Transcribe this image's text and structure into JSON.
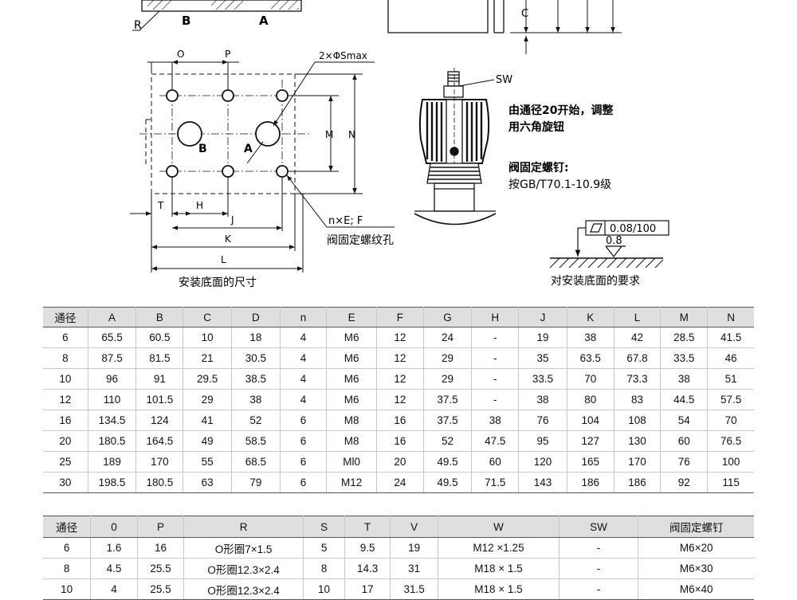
{
  "drawing": {
    "left_labels": {
      "R": "R",
      "B_top": "B",
      "A_top": "A",
      "O": "O",
      "P": "P",
      "smax": "2×ΦSmax",
      "B": "B",
      "A": "A",
      "M": "M",
      "N": "N",
      "T": "T",
      "H": "H",
      "J": "J",
      "K": "K",
      "L": "L",
      "nEF": "n×E; F",
      "thread_hole": "阀固定螺纹孔",
      "caption": "安装底面的尺寸"
    },
    "right_labels": {
      "C": "C",
      "SW": "SW",
      "note_line1": "由通径20开始，调整",
      "note_line2": "用六角旋钮",
      "screw_title": "阀固定螺钉:",
      "screw_spec": "按GB/T70.1-10.9级",
      "flatness": "0.08/100",
      "roughness": "0.8",
      "caption": "对安装底面的要求"
    }
  },
  "table1": {
    "headers": [
      "通径",
      "A",
      "B",
      "C",
      "D",
      "n",
      "E",
      "F",
      "G",
      "H",
      "J",
      "K",
      "L",
      "M",
      "N"
    ],
    "rows": [
      [
        "6",
        "65.5",
        "60.5",
        "10",
        "18",
        "4",
        "M6",
        "12",
        "24",
        "-",
        "19",
        "38",
        "42",
        "28.5",
        "41.5"
      ],
      [
        "8",
        "87.5",
        "81.5",
        "21",
        "30.5",
        "4",
        "M6",
        "12",
        "29",
        "-",
        "35",
        "63.5",
        "67.8",
        "33.5",
        "46"
      ],
      [
        "10",
        "96",
        "91",
        "29.5",
        "38.5",
        "4",
        "M6",
        "12",
        "29",
        "-",
        "33.5",
        "70",
        "73.3",
        "38",
        "51"
      ],
      [
        "12",
        "110",
        "101.5",
        "29",
        "38",
        "4",
        "M6",
        "12",
        "37.5",
        "-",
        "38",
        "80",
        "83",
        "44.5",
        "57.5"
      ],
      [
        "16",
        "134.5",
        "124",
        "41",
        "52",
        "6",
        "M8",
        "16",
        "37.5",
        "38",
        "76",
        "104",
        "108",
        "54",
        "70"
      ],
      [
        "20",
        "180.5",
        "164.5",
        "49",
        "58.5",
        "6",
        "M8",
        "16",
        "52",
        "47.5",
        "95",
        "127",
        "130",
        "60",
        "76.5"
      ],
      [
        "25",
        "189",
        "170",
        "55",
        "68.5",
        "6",
        "Ml0",
        "20",
        "49.5",
        "60",
        "120",
        "165",
        "170",
        "76",
        "100"
      ],
      [
        "30",
        "198.5",
        "180.5",
        "63",
        "79",
        "6",
        "M12",
        "24",
        "49.5",
        "71.5",
        "143",
        "186",
        "186",
        "92",
        "115"
      ]
    ]
  },
  "table2": {
    "headers": [
      "通径",
      "0",
      "P",
      "R",
      "S",
      "T",
      "V",
      "W",
      "SW",
      "阀固定螺钉"
    ],
    "rows": [
      [
        "6",
        "1.6",
        "16",
        "O形圈7×1.5",
        "5",
        "9.5",
        "19",
        "M12 ×1.25",
        "-",
        "M6×20"
      ],
      [
        "8",
        "4.5",
        "25.5",
        "O形圈12.3×2.4",
        "8",
        "14.3",
        "31",
        "M18 × 1.5",
        "-",
        "M6×30"
      ],
      [
        "10",
        "4",
        "25.5",
        "O形圈12.3×2.4",
        "10",
        "17",
        "31.5",
        "M18 × 1.5",
        "-",
        "M6×40"
      ]
    ]
  }
}
